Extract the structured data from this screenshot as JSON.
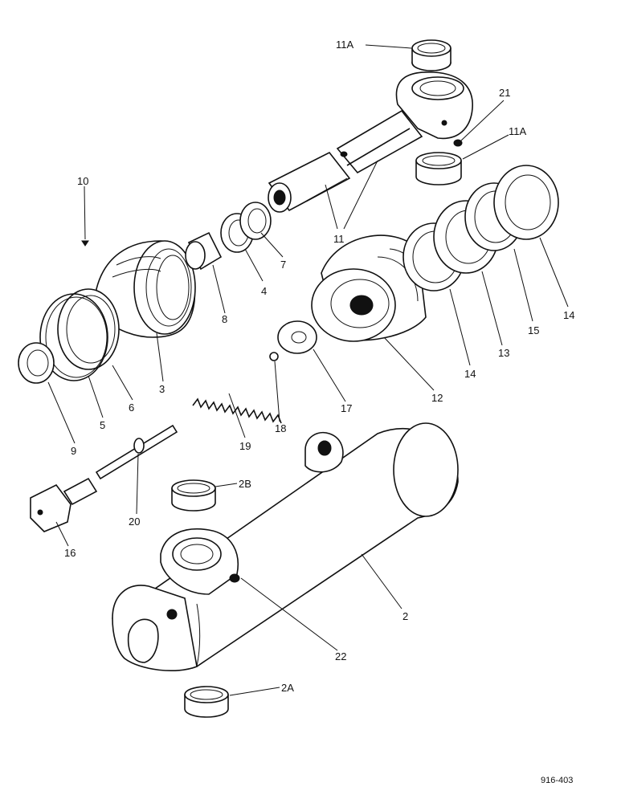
{
  "drawing_code": "916-403",
  "callouts": {
    "p11a_top": "11A",
    "p21": "21",
    "p11a_right": "11A",
    "p10": "10",
    "p11": "11",
    "p7": "7",
    "p4": "4",
    "p8": "8",
    "p3": "3",
    "p6": "6",
    "p5": "5",
    "p9": "9",
    "p14_right": "14",
    "p15": "15",
    "p13": "13",
    "p14_mid": "14",
    "p12": "12",
    "p17": "17",
    "p18": "18",
    "p19": "19",
    "p20": "20",
    "p2b": "2B",
    "p16": "16",
    "p2": "2",
    "p22": "22",
    "p2a": "2A"
  }
}
